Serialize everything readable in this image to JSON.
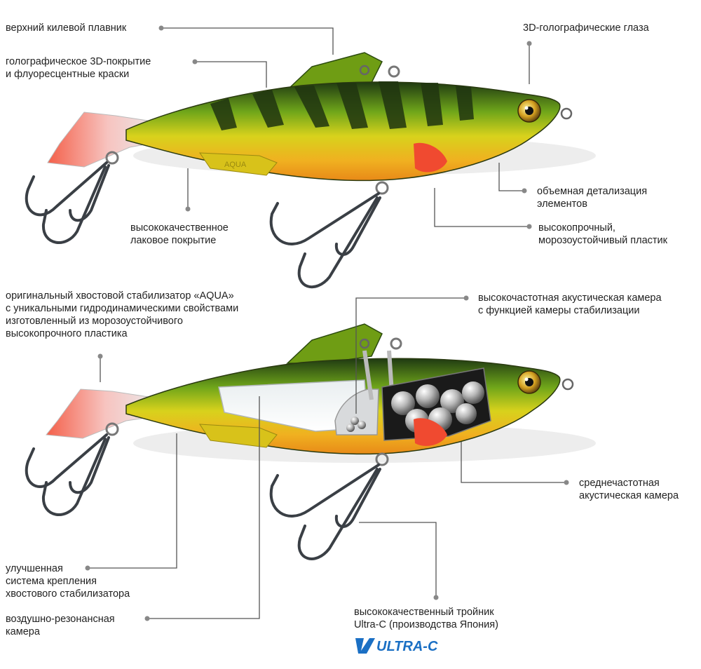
{
  "colors": {
    "leader": "#555555",
    "dot": "#888888",
    "fish_dark": "#1f3a12",
    "fish_green": "#7cae1c",
    "fish_yellow": "#d8c21a",
    "fish_belly": "#f0a020",
    "fin_red": "#f04a30",
    "logo_blue": "#1a6fc4"
  },
  "labels": {
    "top_fin": [
      "верхний килевой плавник"
    ],
    "holo_coating": [
      "голографическое 3D-покрытие",
      "и флуоресцентные краски"
    ],
    "eyes": [
      "3D-голографические глаза"
    ],
    "detail": [
      "объемная детализация",
      "элементов"
    ],
    "lacquer": [
      "высококачественное",
      "лаковое покрытие"
    ],
    "plastic": [
      "высокопрочный,",
      "морозоустойчивый пластик"
    ],
    "tail_stab": [
      "оригинальный хвостовой стабилизатор «AQUA»",
      "с уникальными гидродинамическими свойствами",
      "изготовленный из морозоустойчивого",
      "высокопрочного пластика"
    ],
    "hf_chamber": [
      "высокочастотная акустическая камера",
      "с функцией камеры стабилизации"
    ],
    "mf_chamber": [
      "среднечастотная",
      "акустическая камера"
    ],
    "attach": [
      "улучшенная",
      "система крепления",
      "хвостового стабилизатора"
    ],
    "air_chamber": [
      "воздушно-резонансная",
      "камера"
    ],
    "treble": [
      "высококачественный тройник",
      "Ultra-C (производства Япония)"
    ]
  },
  "fin_text": "AQUA",
  "logo": "ULTRA-C"
}
